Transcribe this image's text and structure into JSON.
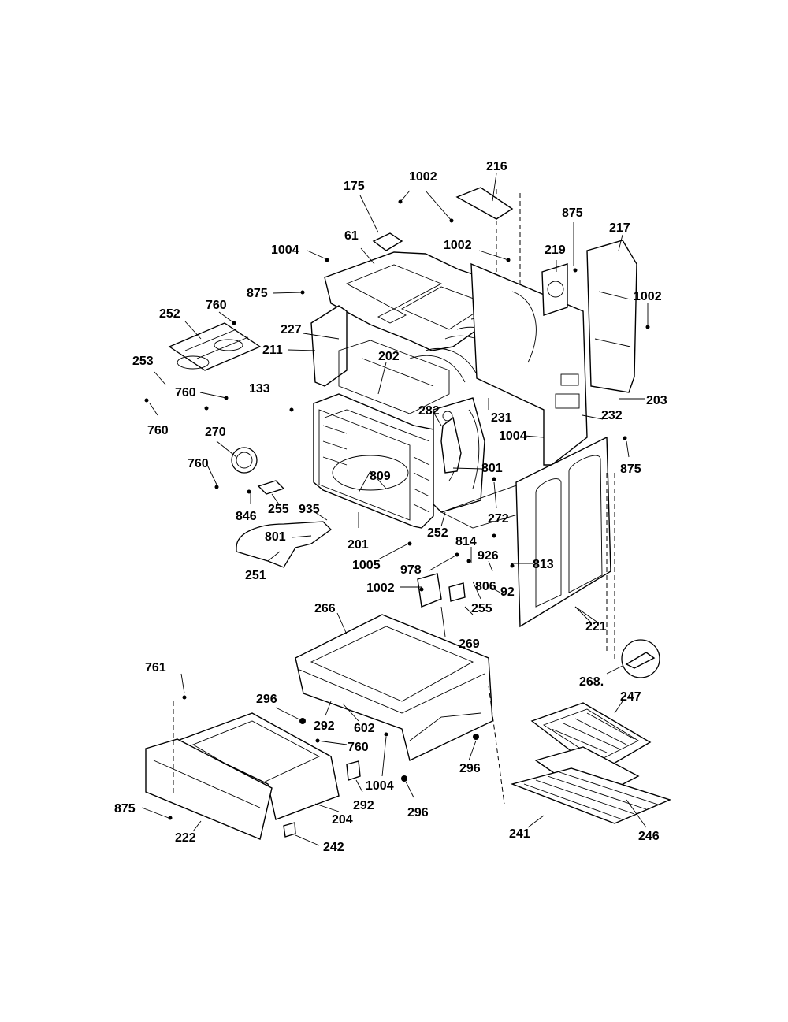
{
  "diagram": {
    "labels": {
      "l175": "175",
      "l1002a": "1002",
      "l216": "216",
      "l875a": "875",
      "l217": "217",
      "l1004a": "1004",
      "l61": "61",
      "l1002b": "1002",
      "l219": "219",
      "l1002c": "1002",
      "l875b": "875",
      "l760a": "760",
      "l252a": "252",
      "l227": "227",
      "l211": "211",
      "l253": "253",
      "l202": "202",
      "l133": "133",
      "l760b": "760",
      "l282": "282",
      "l231": "231",
      "l232": "232",
      "l203": "203",
      "l760c": "760",
      "l1004b": "1004",
      "l270": "270",
      "l875c": "875",
      "l760d": "760",
      "l809": "809",
      "l801a": "801",
      "l846": "846",
      "l255a": "255",
      "l935": "935",
      "l272": "272",
      "l801b": "801",
      "l201": "201",
      "l252b": "252",
      "l814": "814",
      "l251": "251",
      "l1005": "1005",
      "l926": "926",
      "l813": "813",
      "l978": "978",
      "l1002d": "1002",
      "l92": "92",
      "l806": "806",
      "l266": "266",
      "l255b": "255",
      "l221": "221",
      "l269": "269",
      "l268": "268.",
      "l761": "761",
      "l296a": "296",
      "l247": "247",
      "l292a": "292",
      "l602": "602",
      "l760e": "760",
      "l296b": "296",
      "l1004c": "1004",
      "l292b": "292",
      "l875d": "875",
      "l296c": "296",
      "l204": "204",
      "l222": "222",
      "l241": "241",
      "l246": "246",
      "l242": "242"
    }
  }
}
